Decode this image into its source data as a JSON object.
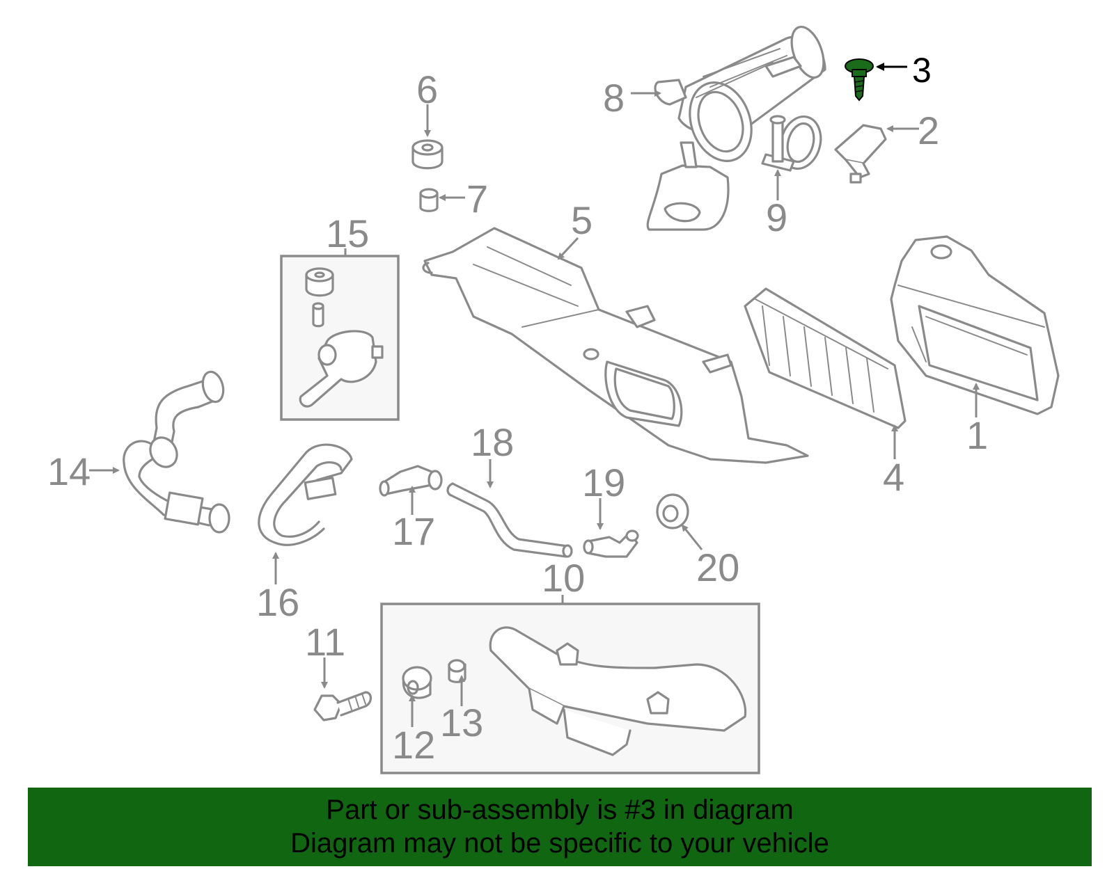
{
  "callouts": {
    "c1": "1",
    "c2": "2",
    "c3": "3",
    "c4": "4",
    "c5": "5",
    "c6": "6",
    "c7": "7",
    "c8": "8",
    "c9": "9",
    "c10": "10",
    "c11": "11",
    "c12": "12",
    "c13": "13",
    "c14": "14",
    "c15": "15",
    "c16": "16",
    "c17": "17",
    "c18": "18",
    "c19": "19",
    "c20": "20"
  },
  "highlighted_part": "3",
  "banner": {
    "line1": "Part or sub-assembly is #3 in diagram",
    "line2": "Diagram may not be specific to your vehicle"
  },
  "colors": {
    "banner_bg": "#116611",
    "highlight_part": "#1a6b1a",
    "line": "#8a8a8a",
    "background": "#ffffff"
  }
}
